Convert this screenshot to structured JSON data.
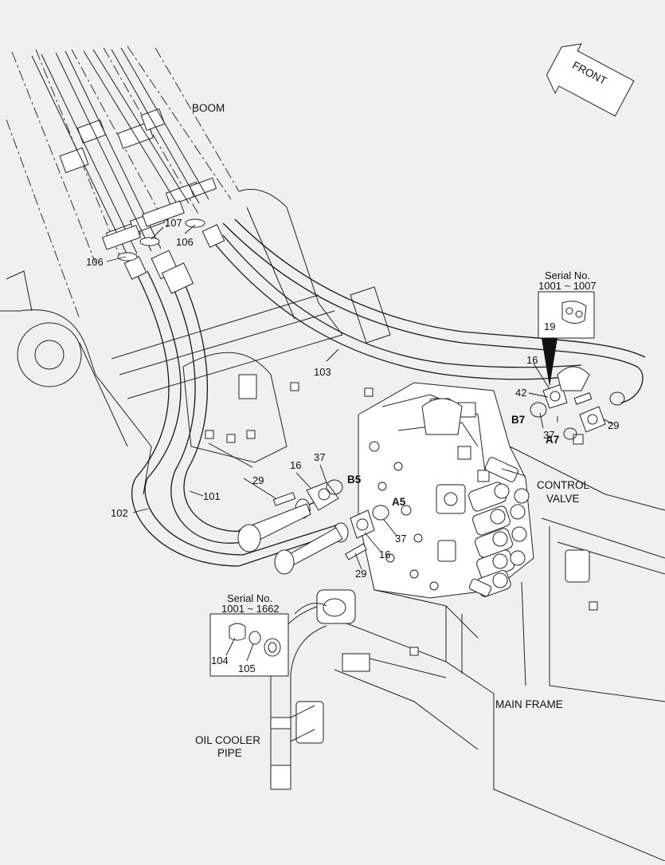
{
  "labels": {
    "boom": "BOOM",
    "front": "FRONT",
    "control_valve_line1": "CONTROL",
    "control_valve_line2": "VALVE",
    "main_frame": "MAIN FRAME",
    "oil_cooler_line1": "OIL COOLER",
    "oil_cooler_line2": "PIPE"
  },
  "inset_top": {
    "serial_label": "Serial No.",
    "serial_range": "1001 ~ 1007",
    "part": "19"
  },
  "inset_bottom": {
    "serial_label": "Serial No.",
    "serial_range": "1001 ~ 1662",
    "part_a": "104",
    "part_b": "105"
  },
  "ports": {
    "b5": "B5",
    "a5": "A5",
    "b7": "B7",
    "a7": "A7"
  },
  "parts": {
    "p106_left": "106",
    "p107": "107",
    "p106_right": "106",
    "p103": "103",
    "p16_top": "16",
    "p42": "42",
    "p37_right": "37",
    "p29_right": "29",
    "p37_mid": "37",
    "p16_mid": "16",
    "p29_mid": "29",
    "p101": "101",
    "p102": "102",
    "p37_low": "37",
    "p16_low": "16",
    "p29_low": "29"
  },
  "colors": {
    "background": "#f0f0f0",
    "line": "#1a1a1a"
  }
}
